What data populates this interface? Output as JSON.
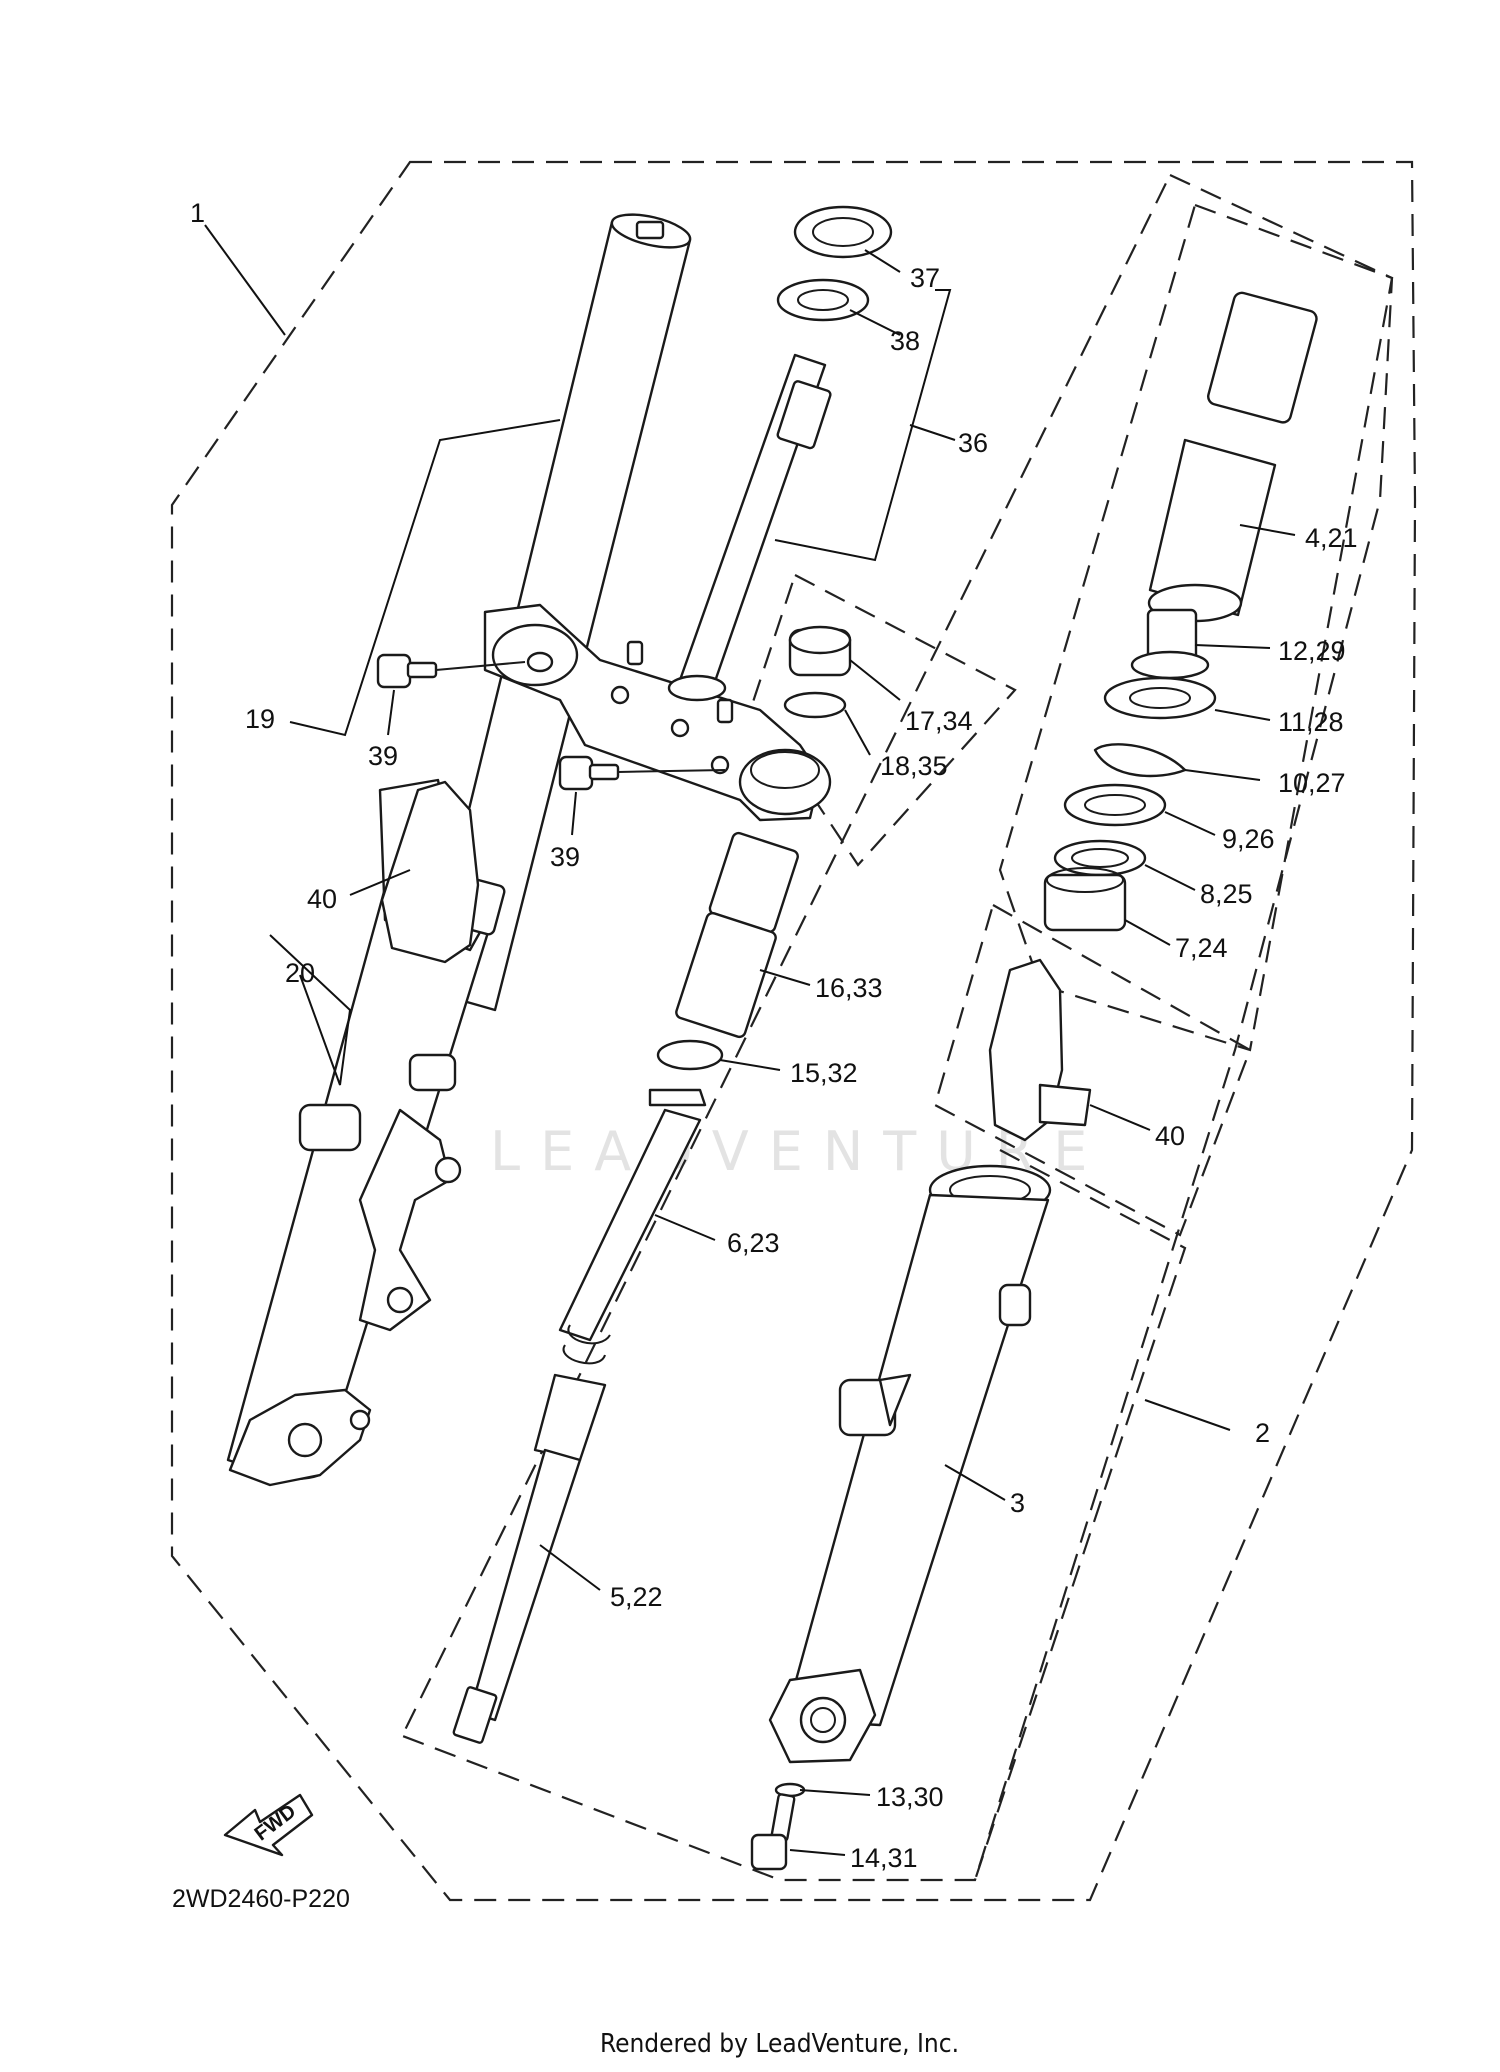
{
  "diagram": {
    "labels": {
      "l1": "1",
      "l2": "2",
      "l3": "3",
      "l4_21": "4,21",
      "l5_22": "5,22",
      "l6_23": "6,23",
      "l7_24": "7,24",
      "l8_25": "8,25",
      "l9_26": "9,26",
      "l10_27": "10,27",
      "l11_28": "11,28",
      "l12_29": "12,29",
      "l13_30": "13,30",
      "l14_31": "14,31",
      "l15_32": "15,32",
      "l16_33": "16,33",
      "l17_34": "17,34",
      "l18_35": "18,35",
      "l19": "19",
      "l20": "20",
      "l36": "36",
      "l37": "37",
      "l38": "38",
      "l39a": "39",
      "l39b": "39",
      "l40a": "40",
      "l40b": "40"
    },
    "fwd_arrow": "FWD",
    "diagram_code": "2WD2460-P220",
    "watermark": "LEADVENTURE",
    "footer": "Rendered by LeadVenture, Inc."
  }
}
